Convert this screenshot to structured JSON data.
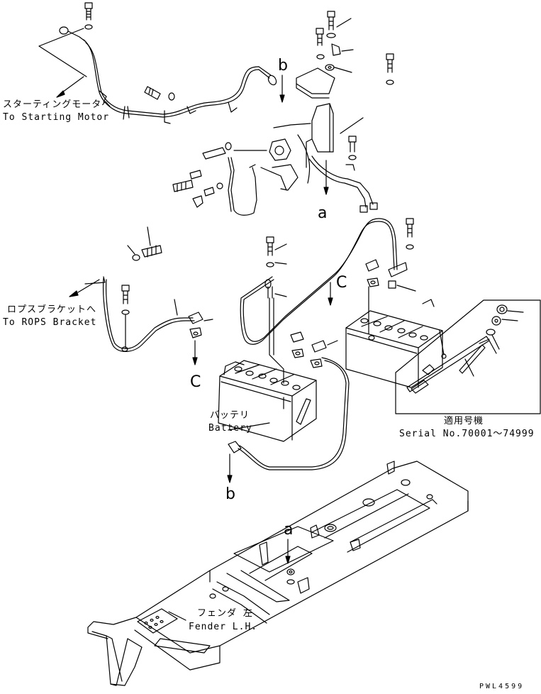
{
  "labels": {
    "starting_motor_jp": "スターティングモータへ",
    "starting_motor_en": "To Starting Motor",
    "rops_jp": "ロプスブラケットへ",
    "rops_en": "To ROPS Bracket",
    "battery_jp": "バッテリ",
    "battery_en": "Battery",
    "serial_jp": "適用号機",
    "serial_en": "Serial No.70001～74999",
    "fender_jp": "フェンダ 左",
    "fender_en": "Fender L.H."
  },
  "markers": {
    "a_top": "a",
    "a_bottom": "a",
    "b_top": "b",
    "b_bottom": "b",
    "c_left": "C",
    "c_right": "C"
  },
  "drawing_code": "PWL4599",
  "colors": {
    "ink": "#000000",
    "paper": "#ffffff"
  }
}
